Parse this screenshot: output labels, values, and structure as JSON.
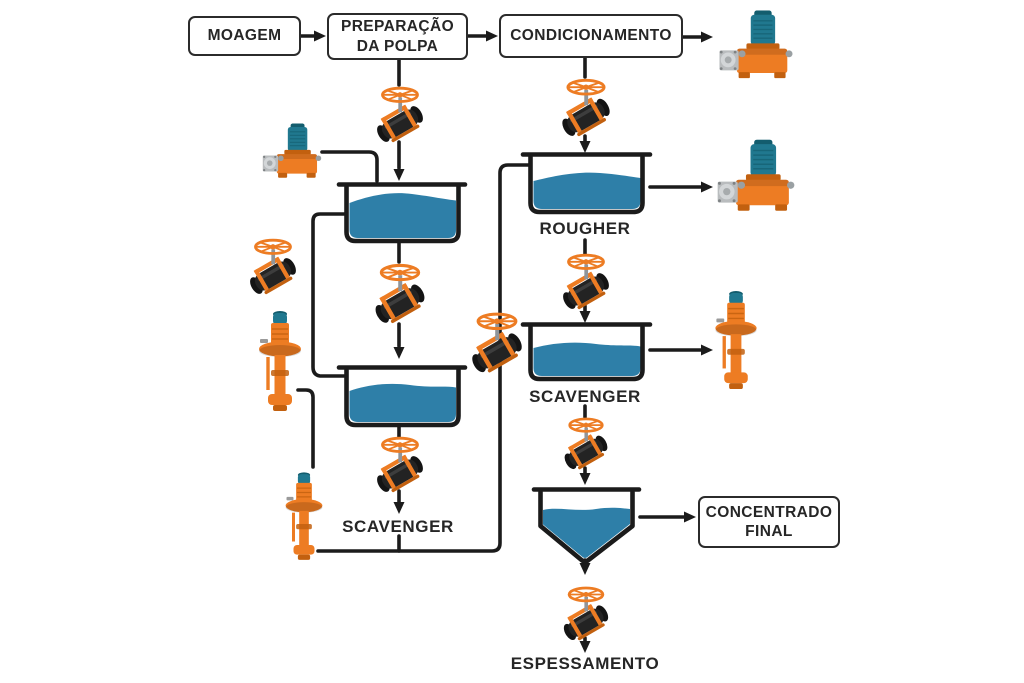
{
  "palette": {
    "bg": "#ffffff",
    "line": "#1b1b1b",
    "water": "#2e7fa8",
    "orange": "#ed7c23",
    "orange_dark": "#c2600f",
    "teal": "#20788f",
    "teal_dark": "#135d6e",
    "steel": "#b9bcbe",
    "text": "#262626",
    "box_border": "#2b2b2b",
    "box_bg": "#ffffff"
  },
  "boxes": {
    "moagem": "MOAGEM",
    "preparacao": "PREPARAÇÃO DA POLPA",
    "condicionamento": "CONDICIONAMENTO",
    "concentrado_final": "CONCENTRADO FINAL"
  },
  "stages": {
    "rougher": "ROUGHER",
    "scavenger_right": "SCAVENGER",
    "scavenger_left": "SCAVENGER",
    "espessamento": "ESPESSAMENTO"
  },
  "icons": {
    "pinch_valve": "orange handwheel pinch valve with black rubber sleeve",
    "metering_pump": "dosing pump, teal finned motor on orange base with steel head",
    "vertical_sump_pump": "orange vertical column pump with teal motor cap and mounting flange",
    "flotation_tank": "open rectangular cell filled with blue slurry",
    "thickener_cone": "conical settling vessel filled with blue slurry"
  }
}
